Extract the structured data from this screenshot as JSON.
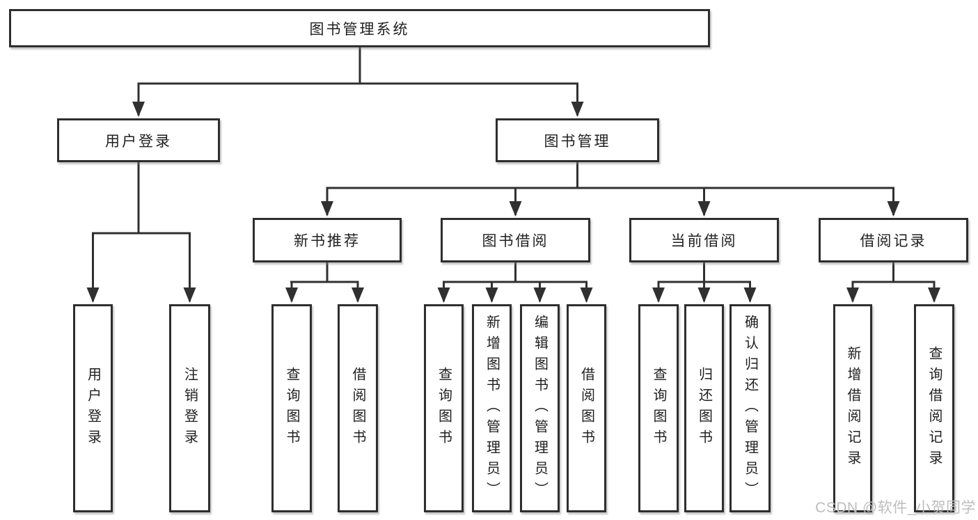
{
  "title": "图书管理系统",
  "branches": [
    {
      "label": "用户登录",
      "children": [
        {
          "label": "用户登录"
        },
        {
          "label": "注销登录"
        }
      ]
    },
    {
      "label": "图书管理",
      "children": [
        {
          "label": "新书推荐",
          "children": [
            {
              "label": "查询图书"
            },
            {
              "label": "借阅图书"
            }
          ]
        },
        {
          "label": "图书借阅",
          "children": [
            {
              "label": "查询图书"
            },
            {
              "label": "新增图书（管理员）"
            },
            {
              "label": "编辑图书（管理员）"
            },
            {
              "label": "借阅图书"
            }
          ]
        },
        {
          "label": "当前借阅",
          "children": [
            {
              "label": "查询图书"
            },
            {
              "label": "归还图书"
            },
            {
              "label": "确认归还（管理员）"
            }
          ]
        },
        {
          "label": "借阅记录",
          "children": [
            {
              "label": "新增借阅记录"
            },
            {
              "label": "查询借阅记录"
            }
          ]
        }
      ]
    }
  ],
  "watermark": "CSDN @软件_小贺同学",
  "colors": {
    "line": "#303030",
    "box_border": "#2e2e2e",
    "text": "#1f1f1f",
    "watermark": "#bdbdbd",
    "background": "#ffffff"
  }
}
